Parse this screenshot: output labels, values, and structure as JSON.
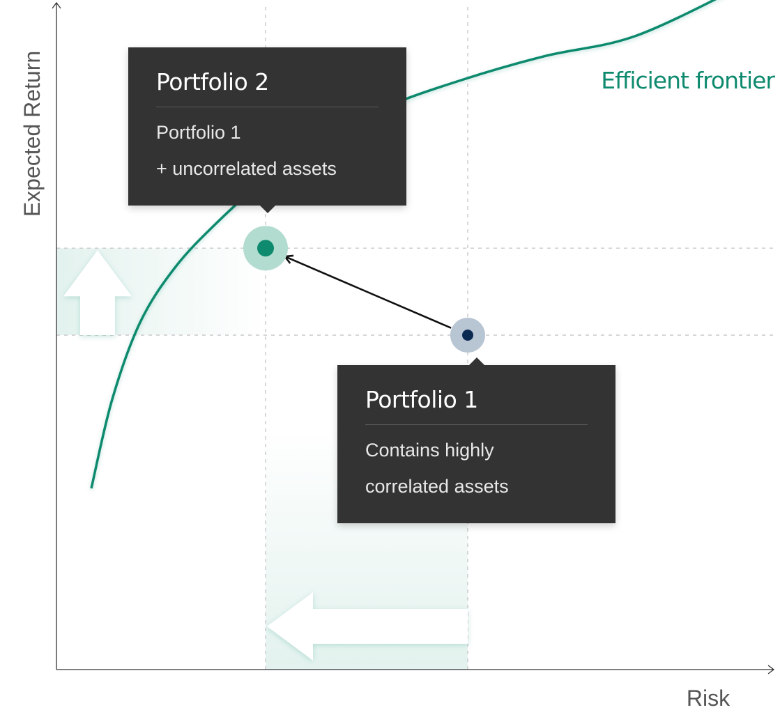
{
  "chart_data": {
    "type": "line",
    "title": "",
    "xlabel": "Risk",
    "ylabel": "Expected Return",
    "xlim": [
      0,
      10
    ],
    "ylim": [
      0,
      10
    ],
    "grid": false,
    "series": [
      {
        "name": "Efficient frontier",
        "color": "#0e8a6e",
        "x": [
          0.5,
          0.8,
          1.2,
          1.7,
          2.3,
          3.0,
          3.8,
          4.7,
          5.8,
          7.0,
          8.3,
          9.8
        ],
        "y": [
          2.71,
          4.04,
          5.19,
          6.01,
          6.68,
          7.33,
          7.9,
          8.4,
          8.81,
          9.17,
          9.47,
          10.2
        ]
      }
    ],
    "points": [
      {
        "id": "p1",
        "name": "Portfolio 1",
        "x": 5.9,
        "y": 5.0,
        "color": "#0b2a52",
        "halo": "#b8c5d3"
      },
      {
        "id": "p2",
        "name": "Portfolio 2",
        "x": 3.0,
        "y": 6.3,
        "color": "#0e8a6e",
        "halo": "#b3dcd1"
      }
    ],
    "reference_lines": [
      {
        "axis": "x",
        "value": 3.0
      },
      {
        "axis": "x",
        "value": 5.9
      },
      {
        "axis": "y",
        "value": 6.3
      },
      {
        "axis": "y",
        "value": 5.0
      }
    ],
    "annotations": {
      "frontier_label": "Efficient frontier",
      "arrow": {
        "from": "p1",
        "to": "p2"
      }
    }
  },
  "tooltips": {
    "portfolio2": {
      "title": "Portfolio 2",
      "line1": "Portfolio 1",
      "line2": "+ uncorrelated assets"
    },
    "portfolio1": {
      "title": "Portfolio 1",
      "line1": "Contains highly",
      "line2": "correlated assets"
    }
  },
  "colors": {
    "accent": "#0e8a6e",
    "tooltip_bg": "#333333",
    "highlight_fill": "#e3f2ee"
  }
}
